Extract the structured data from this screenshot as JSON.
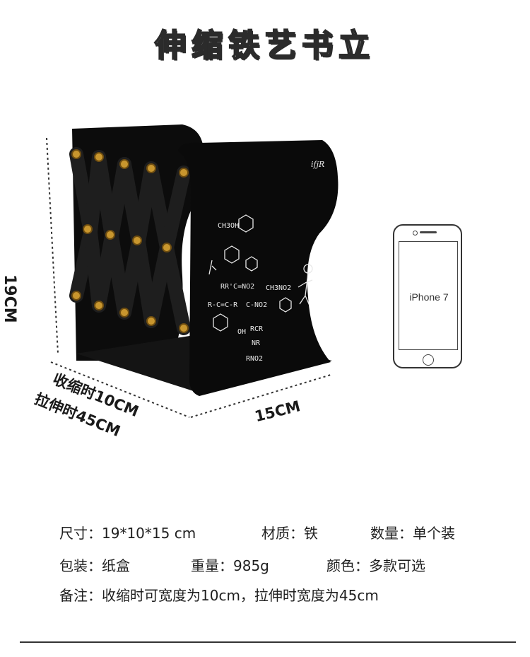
{
  "title": "伸缩铁艺书立",
  "dimensions": {
    "height": "19CM",
    "retracted": "收缩时10CM",
    "extended": "拉伸时45CM",
    "depth": "15CM"
  },
  "phone": {
    "model": "iPhone 7"
  },
  "specs": {
    "size": "尺寸：19*10*15 cm",
    "material": "材质：铁",
    "quantity": "数量：单个装",
    "packaging": "包装：纸盒",
    "weight": "重量：985g",
    "color": "颜色：多款可选",
    "note": "备注：收缩时可宽度为10cm，拉伸时宽度为45cm"
  },
  "product_marks": {
    "brand": "ifjR",
    "formulas": [
      "CH3OH",
      "RR'C=NO2",
      "R-C=C-R",
      "C-NO2",
      "CH3NO2",
      "RCR",
      "OH",
      "NR",
      "RNO2"
    ]
  }
}
